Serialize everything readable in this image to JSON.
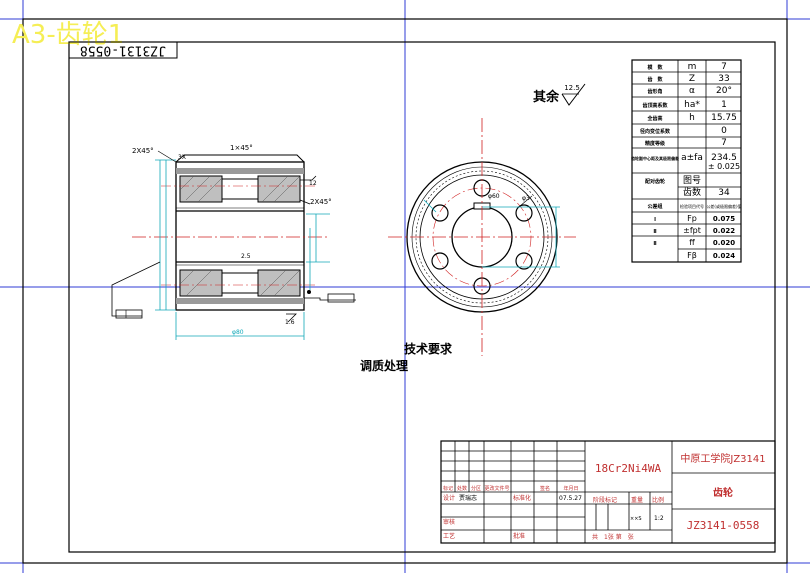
{
  "sheet": {
    "watermark": "A3-齿轮1",
    "drawing_number_rotated": "JZ3131-0558",
    "finish_note": "其余",
    "finish_value": "12.5"
  },
  "notes": {
    "tech_title": "技术要求",
    "tech_item": "调质处理"
  },
  "side_view": {
    "chamfer_left": "2X45°",
    "chamfer_top": "1×45°",
    "chamfer_right": "2X45°",
    "small_note": "3X",
    "roughness_mid": "2.5",
    "roughness_bottom": "1.6",
    "right_value": "12",
    "bottom_dim": "φ80"
  },
  "front_view": {
    "label_top": "φ60",
    "label_hub": "φ3"
  },
  "param_table": {
    "rows": [
      {
        "name": "模　数",
        "sym": "m",
        "val": "7"
      },
      {
        "name": "齿　数",
        "sym": "Z",
        "val": "33"
      },
      {
        "name": "齿形角",
        "sym": "α",
        "val": "20°"
      },
      {
        "name": "齿顶高系数",
        "sym": "ha*",
        "val": "1"
      },
      {
        "name": "全齿高",
        "sym": "h",
        "val": "15.75"
      },
      {
        "name": "径向变位系数",
        "sym": "",
        "val": "0"
      },
      {
        "name": "精度等级",
        "sym": "",
        "val": "7"
      },
      {
        "name": "齿轮副中心距及其极限偏差",
        "sym": "a±fa",
        "val": "234.5",
        "val2": "± 0.025"
      },
      {
        "name": "配对齿轮",
        "sym": "图号",
        "val": ""
      },
      {
        "name": "",
        "sym": "齿数",
        "val": "34"
      },
      {
        "name": "公差组",
        "sym": "检验项目代号",
        "val": "公差(或极限偏差)值"
      },
      {
        "name": "Ⅰ",
        "sym": "Fp",
        "val": "0.075"
      },
      {
        "name": "Ⅱ",
        "sym": "±fpt",
        "val": "0.022"
      },
      {
        "name": "Ⅱ",
        "sym": "ff",
        "val": "0.020"
      },
      {
        "name": "",
        "sym": "Fβ",
        "val": "0.024"
      }
    ]
  },
  "title_block": {
    "material": "18Cr2Ni4WA",
    "school": "中原工学院JZ3141",
    "part_name": "齿轮",
    "drawing_number": "JZ3141-0558",
    "headers": [
      "标记",
      "处数",
      "分区",
      "更改文件号",
      "签名",
      "年月日"
    ],
    "design_label": "设计",
    "designer": "贾瑞志",
    "std_label": "标准化",
    "date": "07.5.27",
    "stage_label": "阶段标记",
    "weight_label": "重量",
    "scale_label": "比例",
    "scale_value": "1:2",
    "check_label": "审核",
    "process_label": "工艺",
    "approve_label": "批准",
    "sheets_label": "共　1张 第　张",
    "stage_marks": "××S"
  }
}
